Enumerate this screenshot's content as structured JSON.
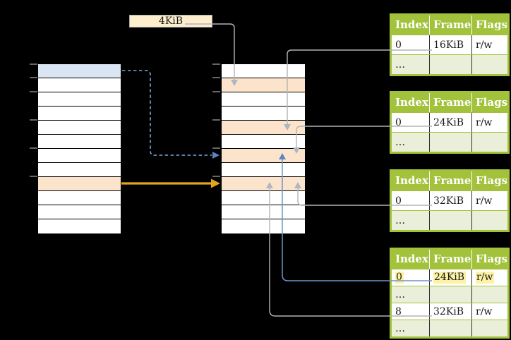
{
  "frame_size_label": "4KiB",
  "virtual_memory": {
    "rows": [
      "blue",
      "",
      "",
      "",
      "",
      "",
      "",
      "",
      "orange",
      "",
      "",
      ""
    ]
  },
  "physical_memory": {
    "rows": [
      "",
      "orange",
      "",
      "",
      "orange",
      "",
      "orange",
      "",
      "orange",
      "",
      "",
      ""
    ]
  },
  "page_tables": [
    {
      "headers": [
        "Index",
        "Frame",
        "Flags"
      ],
      "rows": [
        {
          "cells": [
            "0",
            "16KiB",
            "r/w"
          ],
          "tint": "white"
        },
        {
          "cells": [
            "…",
            "",
            ""
          ],
          "tint": "green"
        }
      ]
    },
    {
      "headers": [
        "Index",
        "Frame",
        "Flags"
      ],
      "rows": [
        {
          "cells": [
            "0",
            "24KiB",
            "r/w"
          ],
          "tint": "white"
        },
        {
          "cells": [
            "…",
            "",
            ""
          ],
          "tint": "green"
        }
      ]
    },
    {
      "headers": [
        "Index",
        "Frame",
        "Flags"
      ],
      "rows": [
        {
          "cells": [
            "0",
            "32KiB",
            "r/w"
          ],
          "tint": "white"
        },
        {
          "cells": [
            "…",
            "",
            ""
          ],
          "tint": "green"
        }
      ]
    },
    {
      "headers": [
        "Index",
        "Frame",
        "Flags"
      ],
      "rows": [
        {
          "cells": [
            "0",
            "24KiB",
            "r/w"
          ],
          "tint": "white",
          "highlighted": true
        },
        {
          "cells": [
            "…",
            "",
            ""
          ],
          "tint": "green"
        },
        {
          "cells": [
            "8",
            "32KiB",
            "r/w"
          ],
          "tint": "white"
        },
        {
          "cells": [
            "…",
            "",
            ""
          ],
          "tint": "green"
        }
      ]
    }
  ],
  "colors": {
    "background": "#000000",
    "table_header_green": "#a2c23b",
    "table_row_light_green": "#e9efd8",
    "frame_highlight_orange": "#fce4cc",
    "page_highlight_blue": "#dbe6f4",
    "label_box_cream": "#fdeecd",
    "yellow_text_highlight": "#fcf2a3",
    "arrow_gray": "#b3b3b3",
    "arrow_blue": "#6d94c6",
    "arrow_dashed_blue": "#7da3d6",
    "arrow_orange": "#e3a41f"
  }
}
